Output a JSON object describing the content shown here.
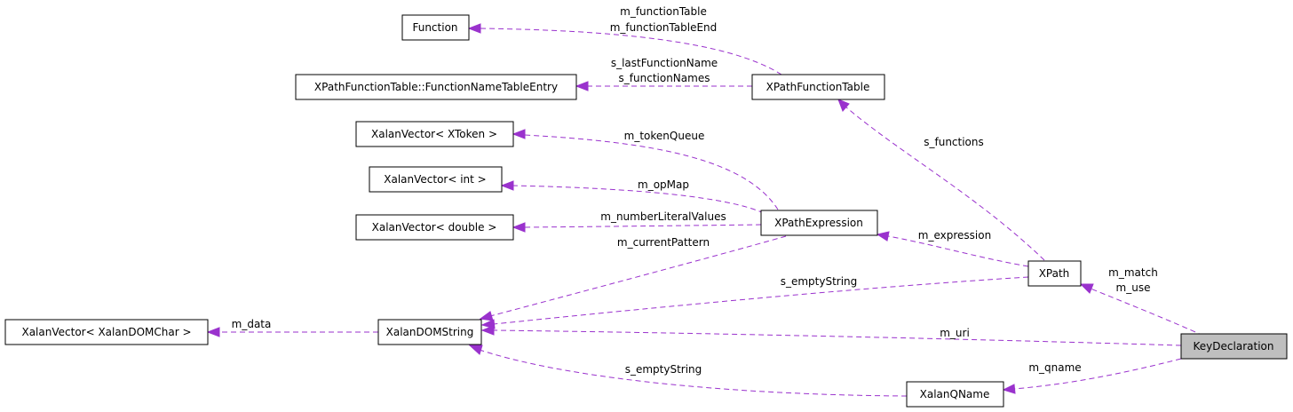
{
  "diagram": {
    "nodes": {
      "function": "Function",
      "xpath_function_table_entry": "XPathFunctionTable::FunctionNameTableEntry",
      "xpath_function_table": "XPathFunctionTable",
      "xalan_vector_xtoken": "XalanVector< XToken >",
      "xalan_vector_int": "XalanVector< int >",
      "xalan_vector_double": "XalanVector< double >",
      "xpath_expression": "XPathExpression",
      "xpath": "XPath",
      "xalan_vector_domchar": "XalanVector< XalanDOMChar >",
      "xalan_dom_string": "XalanDOMString",
      "key_declaration": "KeyDeclaration",
      "xalan_qname": "XalanQName"
    },
    "edges": {
      "m_function_table": "m_functionTable",
      "m_function_table_end": "m_functionTableEnd",
      "s_last_function_name": "s_lastFunctionName",
      "s_function_names": "s_functionNames",
      "m_token_queue": "m_tokenQueue",
      "s_functions": "s_functions",
      "m_op_map": "m_opMap",
      "m_number_literal_values": "m_numberLiteralValues",
      "m_current_pattern": "m_currentPattern",
      "m_expression": "m_expression",
      "m_match": "m_match",
      "m_use": "m_use",
      "s_empty_string_xpath": "s_emptyString",
      "m_data": "m_data",
      "m_uri": "m_uri",
      "m_qname": "m_qname",
      "s_empty_string_qname": "s_emptyString"
    }
  }
}
